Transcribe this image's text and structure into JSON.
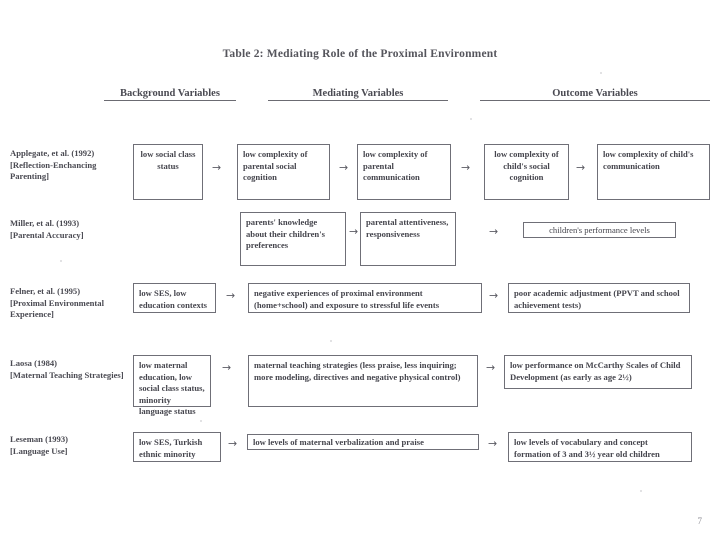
{
  "slide": {
    "title": "Table 2: Mediating Role of the Proximal Environment",
    "page_number": "7",
    "columns": {
      "background": "Background  Variables",
      "mediating": "Mediating Variables",
      "outcome": "Outcome Variables"
    },
    "arrow_glyph": "→"
  },
  "rows": [
    {
      "citation": "Applegate, et al. (1992)",
      "construct": "[Reflection-Enchancing Parenting]",
      "background": "low social class status",
      "mediating": [
        "low complexity of parental social cognition",
        "low complexity of parental communication"
      ],
      "outcome": [
        "low complexity of child's social cognition",
        "low complexity of child's communication"
      ]
    },
    {
      "citation": "Miller, et al. (1993)",
      "construct": "[Parental Accuracy]",
      "background": "",
      "mediating": [
        "parents' knowledge about their children's preferences",
        "parental attentiveness, responsiveness"
      ],
      "outcome": [
        "children's performance levels"
      ]
    },
    {
      "citation": "Felner, et al. (1995)",
      "construct": "[Proximal Environmental Experience]",
      "background": "low SES, low education contexts",
      "mediating": [
        "negative experiences of proximal environment (home+school) and exposure to stressful life events"
      ],
      "outcome": [
        "poor academic adjustment (PPVT and school achievement tests)"
      ]
    },
    {
      "citation": "Laosa (1984)",
      "construct": "[Maternal Teaching Strategies]",
      "background": "low maternal education, low social class status, minority language status",
      "mediating": [
        "maternal teaching strategies (less praise, less inquiring; more modeling, directives and negative physical control)"
      ],
      "outcome": [
        "low performance on McCarthy Scales of Child Development (as early as age 2½)"
      ]
    },
    {
      "citation": "Leseman (1993)",
      "construct": "[Language Use]",
      "background": "low SES, Turkish ethnic minority",
      "mediating": [
        "low levels of maternal verbalization and praise"
      ],
      "outcome": [
        "low levels of vocabulary and concept formation of 3 and 3½ year old children"
      ]
    }
  ],
  "colors": {
    "ink": "#4a4a52",
    "box_border": "#6f6f77",
    "page_number": "#8d8d95",
    "background": "#ffffff"
  }
}
